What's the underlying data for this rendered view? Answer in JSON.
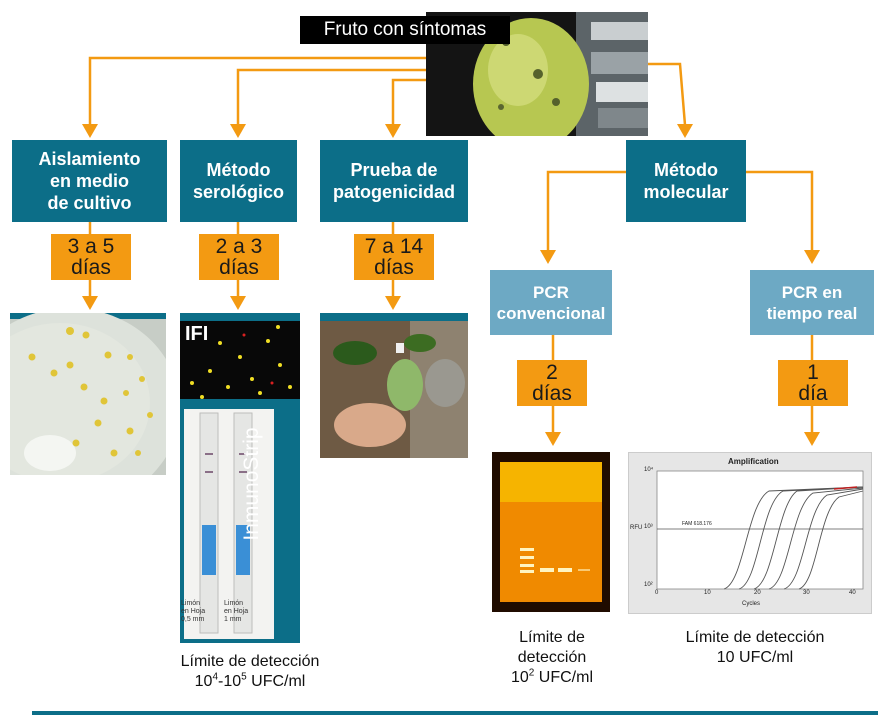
{
  "top": {
    "label": "Fruto con síntomas"
  },
  "methods": {
    "aislamiento": {
      "title": "Aislamiento\nen medio\nde cultivo",
      "time": "3 a 5\ndías"
    },
    "serologico": {
      "title": "Método\nserológico",
      "time": "2 a 3\ndías",
      "ifi_label": "IFI",
      "strip_label": "InmunoStrip",
      "detection_line1": "Límite de detección",
      "detection_base": "10",
      "detection_exp1": "4",
      "detection_mid": "-10",
      "detection_exp2": "5",
      "detection_unit": " UFC/ml",
      "strip_notes": [
        "Limón en Hoja 0,5 mm",
        "Limón en Hoja 1 mm"
      ]
    },
    "patogenicidad": {
      "title": "Prueba de\npatogenicidad",
      "time": "7 a 14\ndías"
    },
    "molecular": {
      "title": "Método\nmolecular"
    }
  },
  "pcr": {
    "convencional": {
      "title": "PCR\nconvencional",
      "time": "2\ndías",
      "detection_text": "Límite de\ndetección",
      "detection_base": "10",
      "detection_exp": "2",
      "detection_unit": " UFC/ml"
    },
    "tiempo_real": {
      "title": "PCR en\ntiempo real",
      "time": "1\ndía",
      "detection": "Límite de detección\n10 UFC/ml"
    }
  },
  "amplification_chart": {
    "title": "Amplification",
    "ylabel": "RFU",
    "xlabel": "Cycles",
    "threshold_label": "FAM 618.176",
    "x_ticks": [
      "0",
      "10",
      "20",
      "30",
      "40"
    ],
    "y_ticks": [
      "10²",
      "10³",
      "10⁴"
    ]
  },
  "colors": {
    "teal": "#0c6e88",
    "light_blue": "#6da9c4",
    "orange": "#f39a12",
    "arrow": "#f39a12"
  }
}
